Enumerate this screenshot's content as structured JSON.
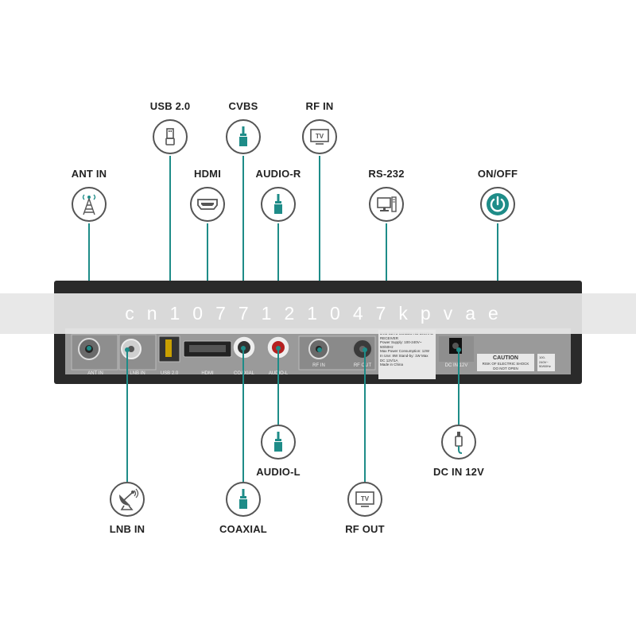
{
  "connectors_top": [
    {
      "id": "usb",
      "label": "USB 2.0",
      "icon": "usb-icon"
    },
    {
      "id": "cvbs",
      "label": "CVBS",
      "icon": "rca-plug-icon"
    },
    {
      "id": "rfin",
      "label": "RF IN",
      "icon": "tv-icon",
      "icon_text": "TV"
    },
    {
      "id": "antin",
      "label": "ANT IN",
      "icon": "antenna-tower-icon"
    },
    {
      "id": "hdmi",
      "label": "HDMI",
      "icon": "hdmi-icon"
    },
    {
      "id": "audior",
      "label": "AUDIO-R",
      "icon": "rca-plug-icon"
    },
    {
      "id": "rs232",
      "label": "RS-232",
      "icon": "computer-icon"
    },
    {
      "id": "onoff",
      "label": "ON/OFF",
      "icon": "power-icon"
    }
  ],
  "connectors_bottom": [
    {
      "id": "lnbin",
      "label": "LNB IN",
      "icon": "satellite-dish-icon"
    },
    {
      "id": "coaxial",
      "label": "COAXIAL",
      "icon": "rca-plug-icon"
    },
    {
      "id": "audiol",
      "label": "AUDIO-L",
      "icon": "rca-plug-icon"
    },
    {
      "id": "rfout",
      "label": "RF OUT",
      "icon": "tv-icon",
      "icon_text": "TV"
    },
    {
      "id": "dcin",
      "label": "DC IN 12V",
      "icon": "dc-plug-icon"
    }
  ],
  "panel": {
    "port_labels": [
      "ANT IN",
      "LNB IN",
      "USB 2.0",
      "HDMI",
      "COAXIAL",
      "AUDIO-L",
      "RF IN",
      "RF OUT",
      "DC IN 12V"
    ],
    "spec_lines": [
      "DVB S2/T2 COMBO HD DIGITAL RECEIVER",
      "Power Supply: 100-240V~ 50/60Hz",
      "Max Power Consumption: 12W",
      "In Use: 8W Stand-by: 1W Max",
      "DC 12V/1A",
      "Made in China"
    ],
    "caution_title": "CAUTION",
    "caution_lines": [
      "RISK OF ELECTRIC SHOCK",
      "DO NOT OPEN"
    ],
    "power_rating": "100-240V~ 50/60Hz"
  },
  "watermark": "cn1077121047kpvae",
  "colors": {
    "accent": "#1e8c88",
    "icon_border": "#555555",
    "label": "#222222"
  }
}
